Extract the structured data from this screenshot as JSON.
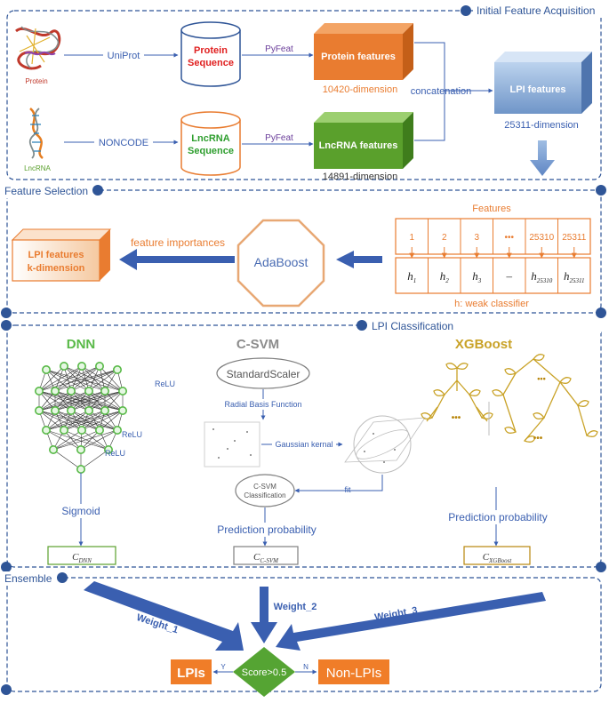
{
  "sections": {
    "acquisition": "Initial Feature Acquisition",
    "selection": "Feature Selection",
    "classification": "LPI Classification",
    "ensemble": "Ensemble"
  },
  "acquisition": {
    "protein_label": "Protein",
    "lncrna_label": "LncRNA",
    "uniprot": "UniProt",
    "noncode": "NONCODE",
    "protein_seq": [
      "Protein",
      "Sequence"
    ],
    "lncrna_seq": [
      "LncRNA",
      "Sequence"
    ],
    "pyfeat": "PyFeat",
    "protein_features": "Protein features",
    "protein_dim": "10420-dimension",
    "lncrna_features": "LncRNA features",
    "lncrna_dim": "14891-dimension",
    "concatenation": "concatenation",
    "lpi_features": "LPI features",
    "lpi_dim": "25311-dimension"
  },
  "selection": {
    "features_title": "Features",
    "feature_indices": [
      "1",
      "2",
      "3",
      "•••",
      "25310",
      "25311"
    ],
    "classifiers": [
      {
        "base": "h",
        "sub": "1"
      },
      {
        "base": "h",
        "sub": "2"
      },
      {
        "base": "h",
        "sub": "3"
      },
      {
        "base": "–",
        "sub": ""
      },
      {
        "base": "h",
        "sub": "25310"
      },
      {
        "base": "h",
        "sub": "25311"
      }
    ],
    "weak_classifier": "h: weak classifier",
    "adaboost": "AdaBoost",
    "feature_importances": "feature importances",
    "lpi_k": [
      "LPI features",
      "k-dimension"
    ]
  },
  "classification": {
    "dnn_title": "DNN",
    "svm_title": "C-SVM",
    "xgb_title": "XGBoost",
    "relu": "ReLU",
    "sigmoid": "Sigmoid",
    "standard_scaler": "StandardScaler",
    "rbf": "Radial Basis Function",
    "gaussian": "Gaussian kernal",
    "fit": "fit",
    "svm_classification": [
      "C-SVM",
      "Classification"
    ],
    "prediction_probability": "Prediction probability",
    "xgb_dots": "•••",
    "outputs": [
      {
        "base": "C",
        "sub": "DNN"
      },
      {
        "base": "C",
        "sub": "C-SVM"
      },
      {
        "base": "C",
        "sub": "XGBoost"
      }
    ]
  },
  "ensemble": {
    "weight_1": "Weight_1",
    "weight_2": "Weight_2",
    "weight_3": "Weight_3",
    "decision": "Score>0.5",
    "yes": "Y",
    "no": "N",
    "lpis": "LPIs",
    "non_lpis": "Non-LPIs"
  },
  "colors": {
    "frame": "#2f5597",
    "arrow_blue": "#3a5fb0",
    "orange": "#e97c30",
    "green": "#5aa02c",
    "label_blue": "#4a6cb3",
    "gold": "#b8860b",
    "dnn_green": "#58b947",
    "ensemble_orange": "#f07d28",
    "decision_green": "#55a433"
  }
}
